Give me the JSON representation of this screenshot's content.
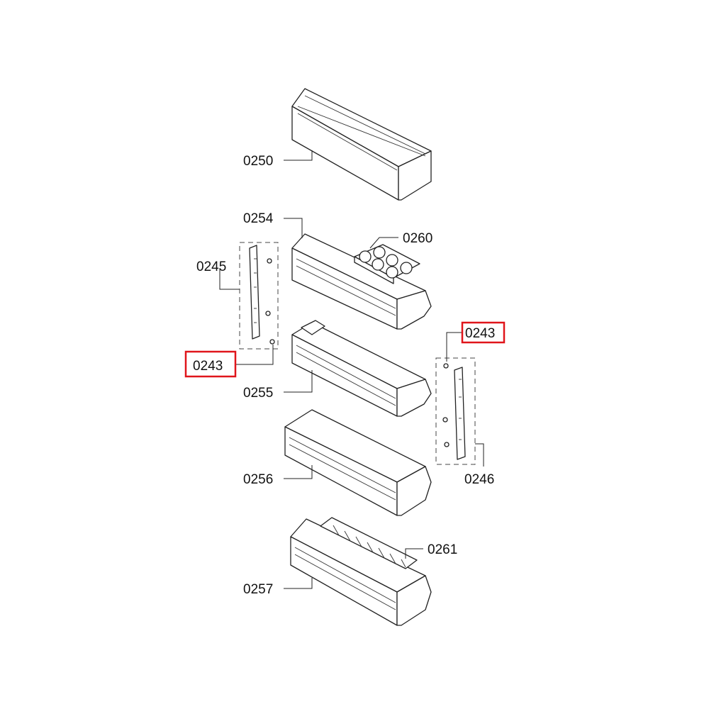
{
  "diagram": {
    "highlight_color": "#e0151b",
    "labels": {
      "p0250": "0250",
      "p0254": "0254",
      "p0260": "0260",
      "p0245": "0245",
      "p0243_left": "0243",
      "p0255": "0255",
      "p0243_right": "0243",
      "p0256": "0256",
      "p0246": "0246",
      "p0261": "0261",
      "p0257": "0257"
    }
  }
}
